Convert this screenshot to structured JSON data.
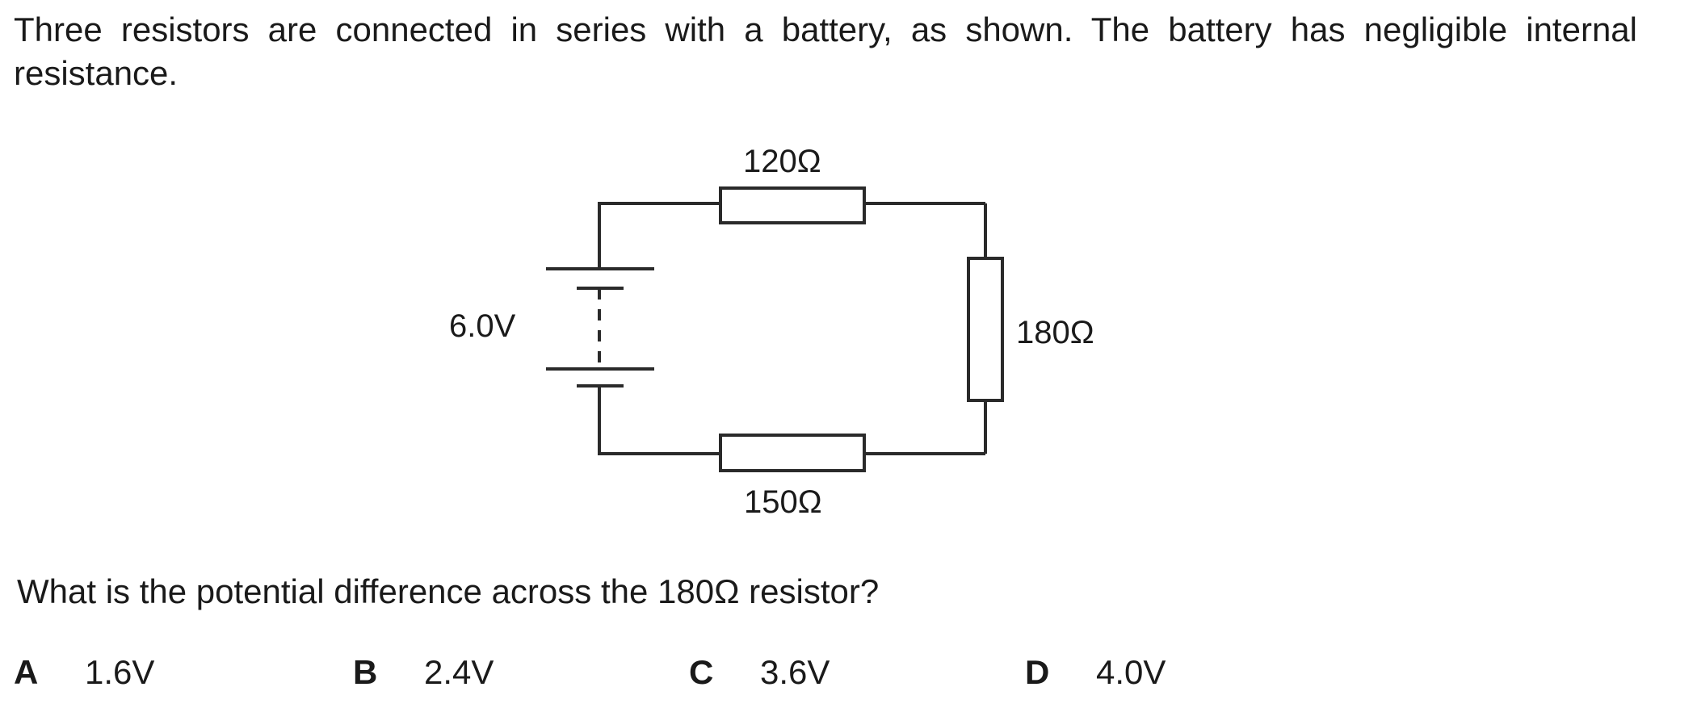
{
  "intro": "Three resistors are connected in series with a battery, as shown. The battery has negligible internal resistance.",
  "circuit": {
    "battery_label": "6.0V",
    "resistor_top_label": "120Ω",
    "resistor_right_label": "180Ω",
    "resistor_bottom_label": "150Ω"
  },
  "question": "What is the potential difference across the 180Ω resistor?",
  "options": [
    {
      "letter": "A",
      "value": "1.6V"
    },
    {
      "letter": "B",
      "value": "2.4V"
    },
    {
      "letter": "C",
      "value": "3.6V"
    },
    {
      "letter": "D",
      "value": "4.0V"
    }
  ]
}
